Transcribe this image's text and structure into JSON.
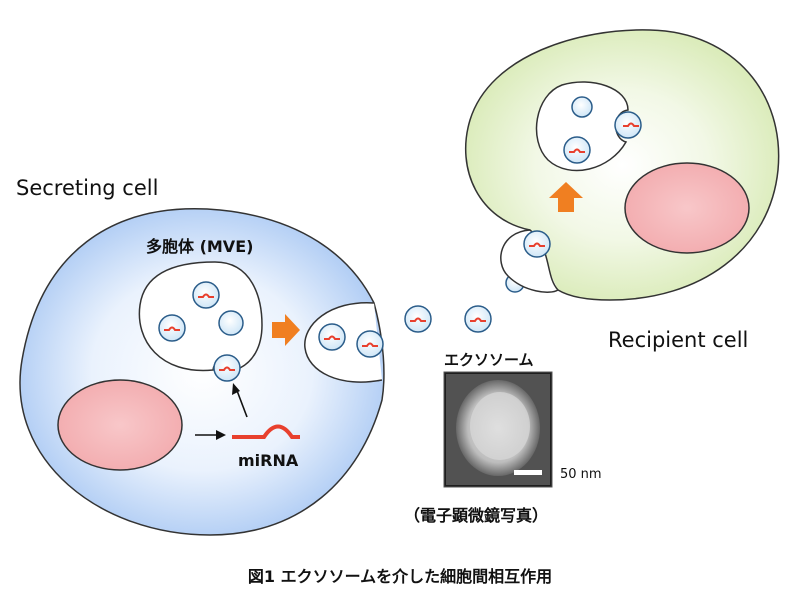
{
  "labels": {
    "secreting_cell": "Secreting cell",
    "recipient_cell": "Recipient cell",
    "mve": "多胞体 (MVE)",
    "mirna": "miRNA",
    "exosome": "エクソソーム",
    "scale_bar": "50 nm",
    "micrograph_note": "（電子顕微鏡写真）",
    "figure_caption": "図1 エクソソームを介した細胞間相互作用"
  },
  "colors": {
    "secreting_cytoplasm": "#a9c8f3",
    "recipient_cytoplasm": "#d8eab5",
    "nucleus": "#f2a9ac",
    "mirna": "#e8402e",
    "transport_arrow": "#f07f21",
    "vesicle_fill": "#cfe6f7",
    "vesicle_stroke": "#2b5d8a",
    "outline": "#333333"
  }
}
